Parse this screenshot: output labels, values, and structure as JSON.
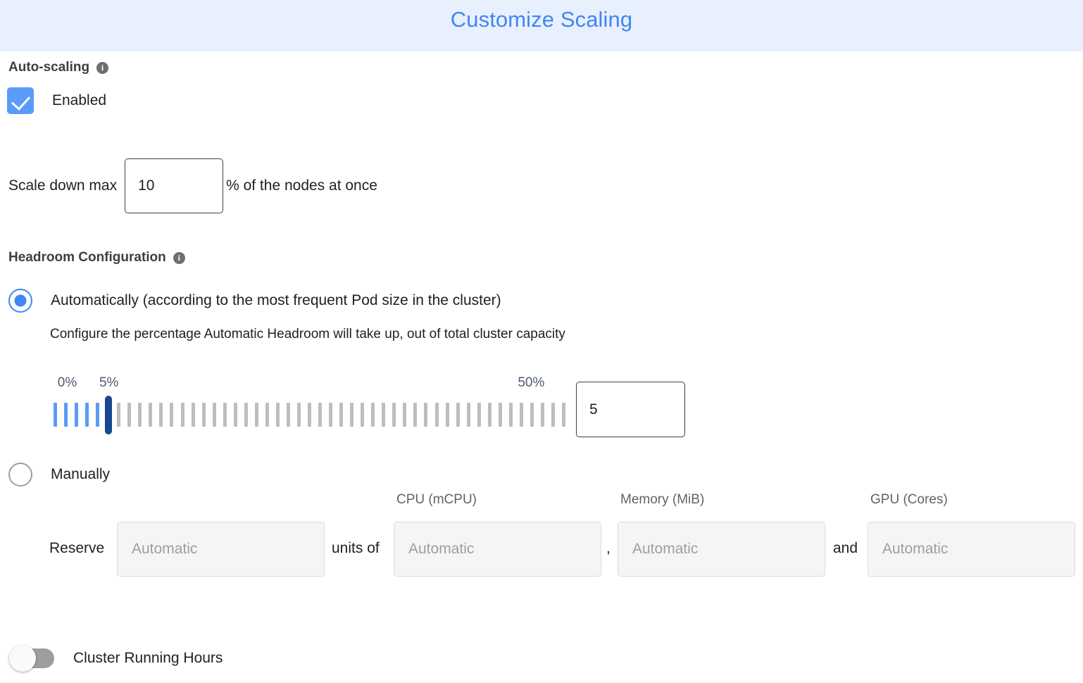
{
  "header": {
    "title": "Customize Scaling",
    "bg_color": "#e8f0fe",
    "title_color": "#4285f4"
  },
  "autoscaling": {
    "section_label": "Auto-scaling",
    "info_icon": "info-icon",
    "info_glyph": "i",
    "enabled_label": "Enabled",
    "enabled_checked": true,
    "accent_color": "#5b9bf8"
  },
  "scale_down": {
    "prefix_label": "Scale down max",
    "value": "10",
    "suffix_label": "% of the nodes at once"
  },
  "headroom": {
    "section_label": "Headroom Configuration",
    "info_glyph": "i",
    "auto_option_label": "Automatically (according to the most frequent Pod size in the cluster)",
    "auto_option_selected": true,
    "helper_text": "Configure the percentage Automatic Headroom will take up, out of total cluster capacity",
    "manual_option_label": "Manually",
    "manual_option_selected": false
  },
  "slider": {
    "min_label": "0%",
    "current_label": "5%",
    "max_label": "50%",
    "min_value": 0,
    "current_value": 5,
    "max_value": 50,
    "tick_count": 49,
    "filled_ticks": 6,
    "value_input": "5",
    "filled_color": "#5b9bf8",
    "empty_color": "#bdbdbd",
    "thumb_color": "#17478f",
    "label_color": "#4e5a71"
  },
  "manual_reserve": {
    "reserve_label": "Reserve",
    "units_of_label": "units of",
    "comma_label": ",",
    "and_label": "and",
    "fields": [
      {
        "header": "",
        "placeholder": "Automatic",
        "value": ""
      },
      {
        "header": "CPU (mCPU)",
        "placeholder": "Automatic",
        "value": ""
      },
      {
        "header": "Memory (MiB)",
        "placeholder": "Automatic",
        "value": ""
      },
      {
        "header": "GPU (Cores)",
        "placeholder": "Automatic",
        "value": ""
      }
    ]
  },
  "cluster_running_hours": {
    "label": "Cluster Running Hours",
    "enabled": false
  }
}
